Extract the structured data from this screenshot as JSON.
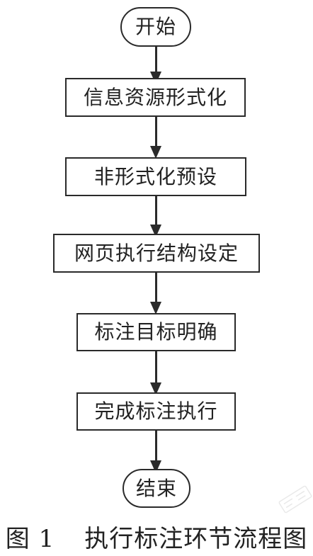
{
  "flowchart": {
    "start": "开始",
    "steps": [
      "信息资源形式化",
      "非形式化预设",
      "网页执行结构设定",
      "标注目标明确",
      "完成标注执行"
    ],
    "end": "结束"
  },
  "caption": {
    "figure_number": "图 1",
    "title": "执行标注环节流程图"
  },
  "colors": {
    "stroke": "#2a2a2a",
    "text": "#222222",
    "background": "#ffffff"
  }
}
